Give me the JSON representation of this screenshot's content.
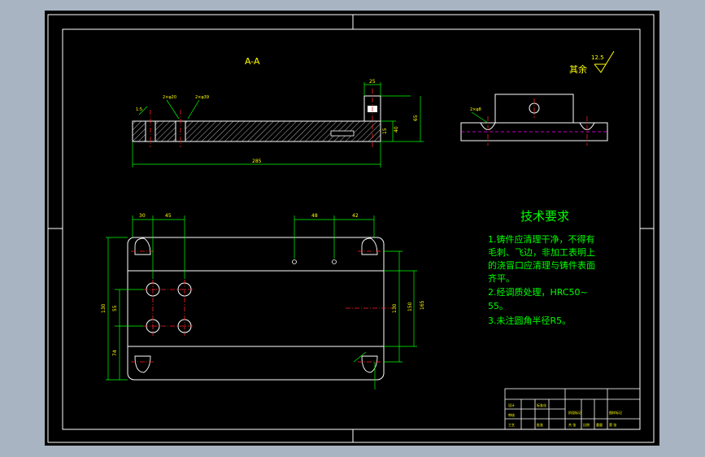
{
  "colors": {
    "background": "#000000",
    "frame": "#ffffff",
    "outline": "#ffffff",
    "dimension": "#00ff00",
    "centerline": "#ff2020",
    "hidden": "#ff00ff",
    "hatch": "#ffffff",
    "text": "#ffff00",
    "note": "#00ff00",
    "titlebox": "#ffffff"
  },
  "section_label": "A-A",
  "surface_finish": {
    "label": "其余",
    "value": "12.5"
  },
  "tech_requirements": {
    "title": "技术要求",
    "lines": [
      "1.铸件应清理干净，不得有",
      "毛刺、飞边，非加工表明上",
      "的浇冒口应清理与铸件表面",
      "齐平。",
      "2.经调质处理，HRC50~",
      "55。",
      "3.未注圆角半径R5。"
    ]
  },
  "dimensions": {
    "front_length": "285",
    "front_top": "25",
    "front_heights": [
      "15",
      "40",
      "65"
    ],
    "callouts_front": [
      "2×φ20",
      "2×φ39",
      "1:5"
    ],
    "plan_top": [
      "30",
      "45",
      "48",
      "42"
    ],
    "plan_left": [
      "130",
      "55",
      "74"
    ],
    "plan_right": [
      "130",
      "150",
      "165"
    ],
    "side_callout": "2×φ8"
  },
  "title_block": {
    "cells": [
      "设计",
      "标准化",
      "审核",
      "工艺",
      "批准",
      "比例",
      "重量",
      "共 张",
      "第 张",
      "阶段标记",
      "图样标记"
    ]
  }
}
